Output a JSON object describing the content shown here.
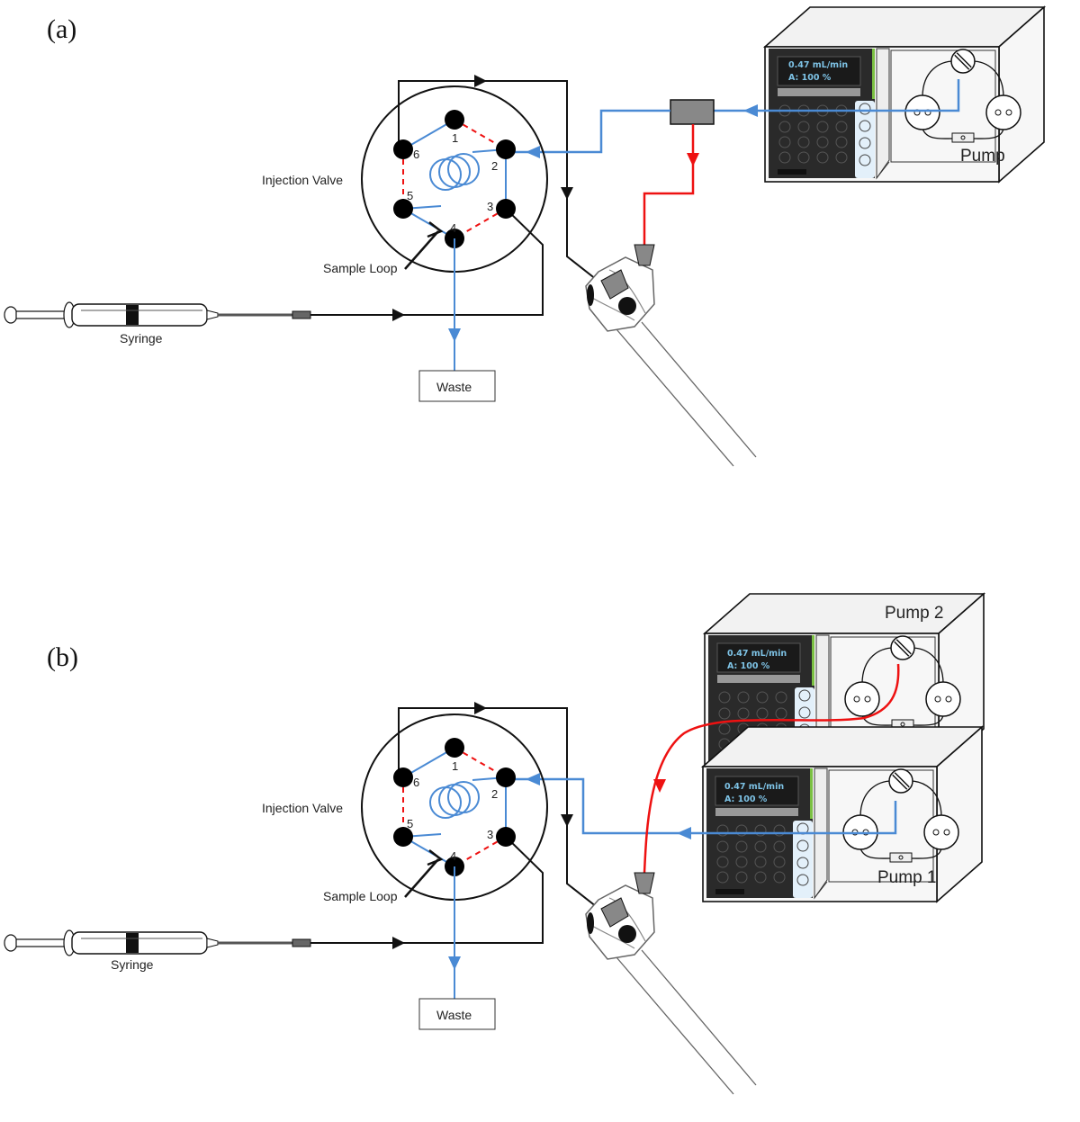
{
  "figure": {
    "panels": [
      {
        "id": "a",
        "label": "(a)",
        "valve_label": "Injection Valve",
        "loop_label": "Sample Loop",
        "syringe_label": "Syringe",
        "waste_label": "Waste",
        "ports": [
          "1",
          "2",
          "3",
          "4",
          "5",
          "6"
        ],
        "pumps": [
          {
            "name": "Pump",
            "screen_line1": "0.47 mL/min",
            "screen_line2": "A: 100 %"
          }
        ]
      },
      {
        "id": "b",
        "label": "(b)",
        "valve_label": "Injection Valve",
        "loop_label": "Sample Loop",
        "syringe_label": "Syringe",
        "waste_label": "Waste",
        "ports": [
          "1",
          "2",
          "3",
          "4",
          "5",
          "6"
        ],
        "pumps": [
          {
            "name": "Pump 2",
            "screen_line1": "0.47 mL/min",
            "screen_line2": "A: 100 %"
          },
          {
            "name": "Pump 1",
            "screen_line1": "0.47 mL/min",
            "screen_line2": "A: 100 %"
          }
        ]
      }
    ],
    "colors": {
      "flow_blue": "#4a8ad4",
      "flow_red": "#ee1111",
      "line_black": "#111111",
      "pump_panel": "#2a2a2a",
      "pump_body": "#f4f4f4",
      "accent_green": "#7bc043",
      "button_column": "#e3f0fa"
    }
  }
}
